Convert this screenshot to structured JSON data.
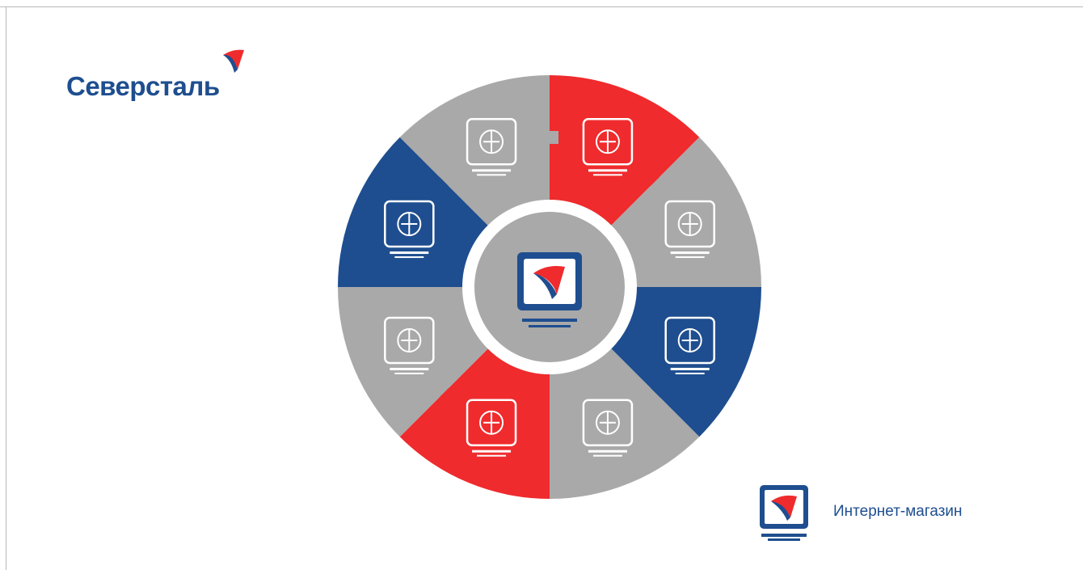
{
  "brand": {
    "name": "Северсталь"
  },
  "colors": {
    "blue": "#1e4e8f",
    "red": "#ef2b2d",
    "gray": "#a9a9a9",
    "white": "#ffffff"
  },
  "diagram": {
    "center_icon": "online-store-monitor-icon",
    "segments": [
      {
        "icon": "globe-cart-icon",
        "color": "red"
      },
      {
        "icon": "steel-rolls-pipes-icon",
        "color": "gray"
      },
      {
        "icon": "hand-touch-icon",
        "color": "blue"
      },
      {
        "icon": "handshake-icon",
        "color": "gray"
      },
      {
        "icon": "search-cart-icon",
        "color": "red"
      },
      {
        "icon": "checklist-icon",
        "color": "gray"
      },
      {
        "icon": "payment-card-coins-icon",
        "color": "blue"
      },
      {
        "icon": "train-truck-icon",
        "color": "gray"
      }
    ]
  },
  "shop": {
    "label": "Интернет-магазин",
    "icon": "online-store-monitor-icon"
  }
}
